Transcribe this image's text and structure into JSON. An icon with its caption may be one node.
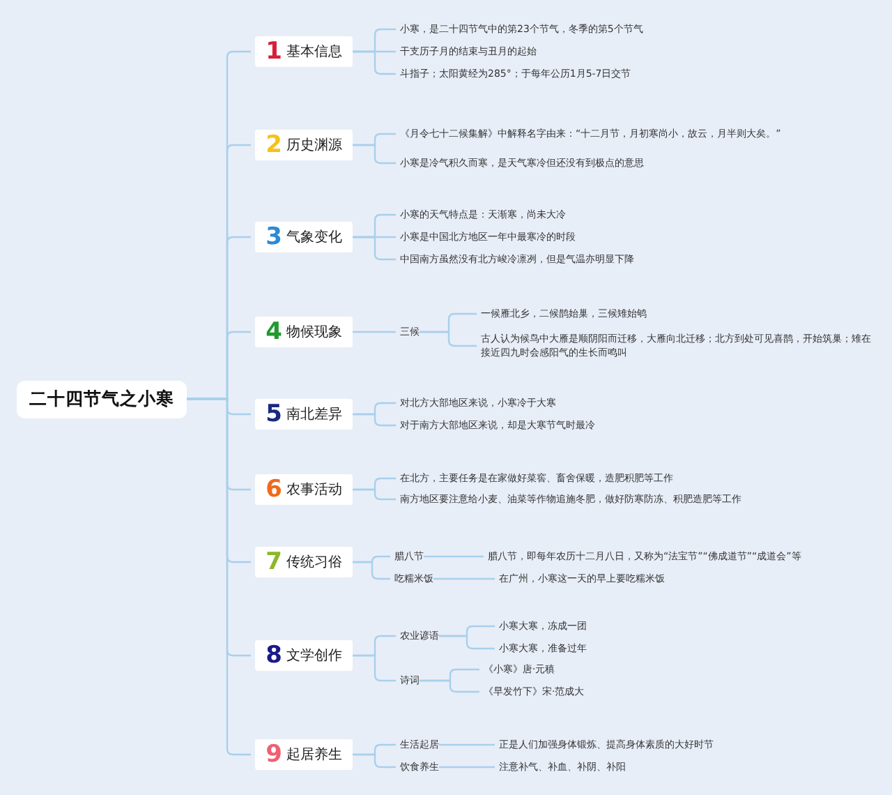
{
  "diagram": {
    "nodes": [
      {
        "text": [
          "二十四节气之小寒"
        ]
      },
      {
        "text": [
          "1",
          "基本信息"
        ]
      },
      {
        "text": [
          "小寒，是二十四节气中的第23个节气，冬季的第5个节气"
        ]
      },
      {
        "text": [
          "干支历子月的结束与丑月的起始"
        ]
      },
      {
        "text": [
          "斗指子；太阳黄经为285°；于每年公历1月5-7日交节"
        ]
      },
      {
        "text": [
          "2",
          "历史渊源"
        ]
      },
      {
        "text": [
          "《月令七十二候集解》中解释名字由来：“十二月节，月初寒尚小，故云，月半则大矣。”"
        ]
      },
      {
        "text": [
          "小寒是冷气积久而寒，是天气寒冷但还没有到极点的意思"
        ]
      },
      {
        "text": [
          "3",
          "气象变化"
        ]
      },
      {
        "text": [
          "小寒的天气特点是：天渐寒，尚未大冷"
        ]
      },
      {
        "text": [
          "小寒是中国北方地区一年中最寒冷的时段"
        ]
      },
      {
        "text": [
          "中国南方虽然没有北方峻冷凛冽，但是气温亦明显下降"
        ]
      },
      {
        "text": [
          "4",
          "物候现象"
        ]
      },
      {
        "text": [
          "三候"
        ]
      },
      {
        "text": [
          "一候雁北乡，二候鹊始巢，三候雉始鸲"
        ]
      },
      {
        "text": [
          "古人认为候鸟中大雁是顺阴阳而迁移，大雁向北迁移；北方到处可见喜鹊，开始筑巢；雉在接近四九时会感阳气的生长而鸣叫"
        ]
      },
      {
        "text": [
          "5",
          "南北差异"
        ]
      },
      {
        "text": [
          "对北方大部地区来说，小寒冷于大寒"
        ]
      },
      {
        "text": [
          "对于南方大部地区来说，却是大寒节气时最冷"
        ]
      },
      {
        "text": [
          "6",
          "农事活动"
        ]
      },
      {
        "text": [
          "在北方，主要任务是在家做好菜窖、畜舍保暖，造肥积肥等工作"
        ]
      },
      {
        "text": [
          "南方地区要注意给小麦、油菜等作物追施冬肥，做好防寒防冻、积肥造肥等工作"
        ]
      },
      {
        "text": [
          "7",
          "传统习俗"
        ]
      },
      {
        "text": [
          "腊八节"
        ]
      },
      {
        "text": [
          "腊八节，即每年农历十二月八日，又称为“法宝节”“佛成道节”“成道会”等"
        ]
      },
      {
        "text": [
          "吃糯米饭"
        ]
      },
      {
        "text": [
          "在广州，小寒这一天的早上要吃糯米饭"
        ]
      },
      {
        "text": [
          "8",
          "文学创作"
        ]
      },
      {
        "text": [
          "农业谚语"
        ]
      },
      {
        "text": [
          "小寒大寒，冻成一团"
        ]
      },
      {
        "text": [
          "小寒大寒，准备过年"
        ]
      },
      {
        "text": [
          "诗词"
        ]
      },
      {
        "text": [
          "《小寒》唐·元稹"
        ]
      },
      {
        "text": [
          "《早发竹下》宋·范成大"
        ]
      },
      {
        "text": [
          "9",
          "起居养生"
        ]
      },
      {
        "text": [
          "生活起居"
        ]
      },
      {
        "text": [
          "正是人们加强身体锻炼、提高身体素质的大好时节"
        ]
      },
      {
        "text": [
          "饮食养生"
        ]
      },
      {
        "text": [
          "注意补气、补血、补阴、补阳"
        ]
      }
    ],
    "edges": [
      {
        "from": 0,
        "to": 1,
        "arrow": "none"
      },
      {
        "from": 0,
        "to": 5,
        "arrow": "none"
      },
      {
        "from": 0,
        "to": 8,
        "arrow": "none"
      },
      {
        "from": 0,
        "to": 12,
        "arrow": "none"
      },
      {
        "from": 0,
        "to": 16,
        "arrow": "none"
      },
      {
        "from": 0,
        "to": 19,
        "arrow": "none"
      },
      {
        "from": 0,
        "to": 22,
        "arrow": "none"
      },
      {
        "from": 0,
        "to": 27,
        "arrow": "none"
      },
      {
        "from": 0,
        "to": 34,
        "arrow": "none"
      },
      {
        "from": 1,
        "to": 2,
        "arrow": "none"
      },
      {
        "from": 1,
        "to": 3,
        "arrow": "none"
      },
      {
        "from": 1,
        "to": 4,
        "arrow": "none"
      },
      {
        "from": 5,
        "to": 6,
        "arrow": "none"
      },
      {
        "from": 5,
        "to": 7,
        "arrow": "none"
      },
      {
        "from": 8,
        "to": 9,
        "arrow": "none"
      },
      {
        "from": 8,
        "to": 10,
        "arrow": "none"
      },
      {
        "from": 8,
        "to": 11,
        "arrow": "none"
      },
      {
        "from": 12,
        "to": 13,
        "arrow": "none"
      },
      {
        "from": 13,
        "to": 14,
        "arrow": "none"
      },
      {
        "from": 13,
        "to": 15,
        "arrow": "none"
      },
      {
        "from": 16,
        "to": 17,
        "arrow": "none"
      },
      {
        "from": 16,
        "to": 18,
        "arrow": "none"
      },
      {
        "from": 19,
        "to": 20,
        "arrow": "none"
      },
      {
        "from": 19,
        "to": 21,
        "arrow": "none"
      },
      {
        "from": 22,
        "to": 23,
        "arrow": "none"
      },
      {
        "from": 23,
        "to": 24,
        "arrow": "none"
      },
      {
        "from": 22,
        "to": 25,
        "arrow": "none"
      },
      {
        "from": 25,
        "to": 26,
        "arrow": "none"
      },
      {
        "from": 27,
        "to": 28,
        "arrow": "none"
      },
      {
        "from": 28,
        "to": 29,
        "arrow": "none"
      },
      {
        "from": 28,
        "to": 30,
        "arrow": "none"
      },
      {
        "from": 27,
        "to": 31,
        "arrow": "none"
      },
      {
        "from": 31,
        "to": 32,
        "arrow": "none"
      },
      {
        "from": 31,
        "to": 33,
        "arrow": "none"
      },
      {
        "from": 34,
        "to": 35,
        "arrow": "none"
      },
      {
        "from": 35,
        "to": 36,
        "arrow": "none"
      },
      {
        "from": 34,
        "to": 37,
        "arrow": "none"
      },
      {
        "from": 37,
        "to": 38,
        "arrow": "none"
      }
    ]
  }
}
